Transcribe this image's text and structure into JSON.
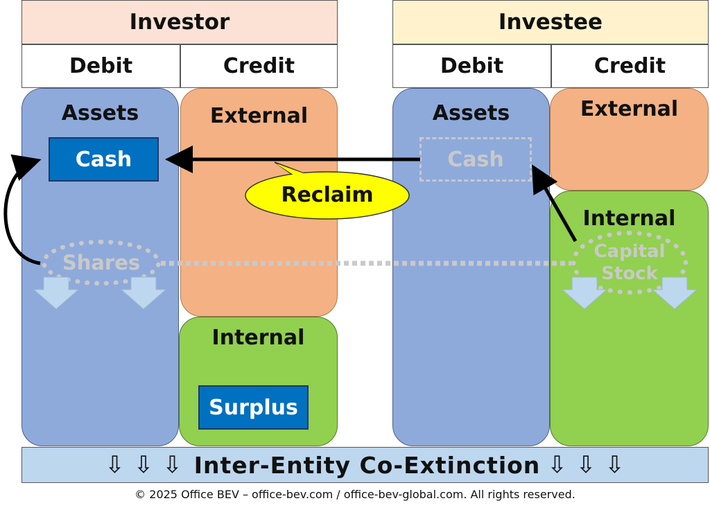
{
  "investor": {
    "title": "Investor",
    "debit": "Debit",
    "credit": "Credit",
    "assets": "Assets",
    "cash": "Cash",
    "shares": "Shares",
    "external": "External",
    "internal": "Internal",
    "surplus": "Surplus"
  },
  "investee": {
    "title": "Investee",
    "debit": "Debit",
    "credit": "Credit",
    "assets": "Assets",
    "cash": "Cash",
    "external": "External",
    "internal": "Internal",
    "capital_stock_1": "Capital",
    "capital_stock_2": "Stock"
  },
  "callout": "Reclaim",
  "banner": {
    "text": "Inter-Entity Co-Extinction",
    "arrow": "⇩"
  },
  "footer": "© 2025 Office BEV – office-bev.com / office-bev-global.com. All rights reserved.",
  "colors": {
    "investor_header": "#fbe2d5",
    "investee_header": "#fff2cc",
    "assets": "#8eaadb",
    "external": "#f4b183",
    "internal": "#92d050",
    "box": "#0070c0",
    "ghost": "#c9c9c9",
    "callout": "#ffff00",
    "banner": "#bdd7ee"
  }
}
